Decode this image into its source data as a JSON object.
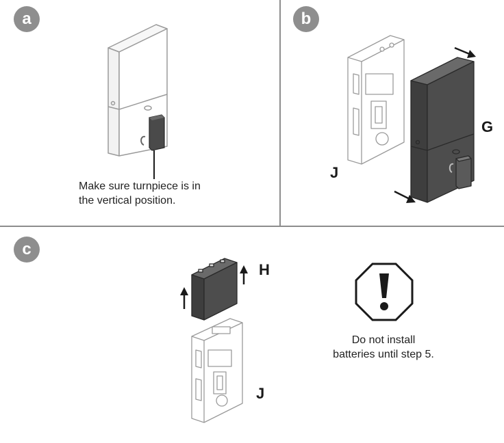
{
  "steps": [
    {
      "id": "a",
      "badge": "a",
      "caption_lines": [
        "Make sure turnpiece is in",
        "the vertical position."
      ]
    },
    {
      "id": "b",
      "badge": "b",
      "labels": {
        "front": "G",
        "back": "J"
      }
    },
    {
      "id": "c",
      "badge": "c",
      "labels": {
        "battery": "H",
        "back": "J"
      },
      "warning_lines": [
        "Do not install",
        "batteries until step 5."
      ]
    }
  ],
  "colors": {
    "badge": "#8e8e8e",
    "divider": "#8c8c8c",
    "dark_part": "#4a4a4a",
    "line_art": "#9a9a9a"
  },
  "icons": [
    "exclamation-octagon-icon",
    "arrow-icon"
  ]
}
